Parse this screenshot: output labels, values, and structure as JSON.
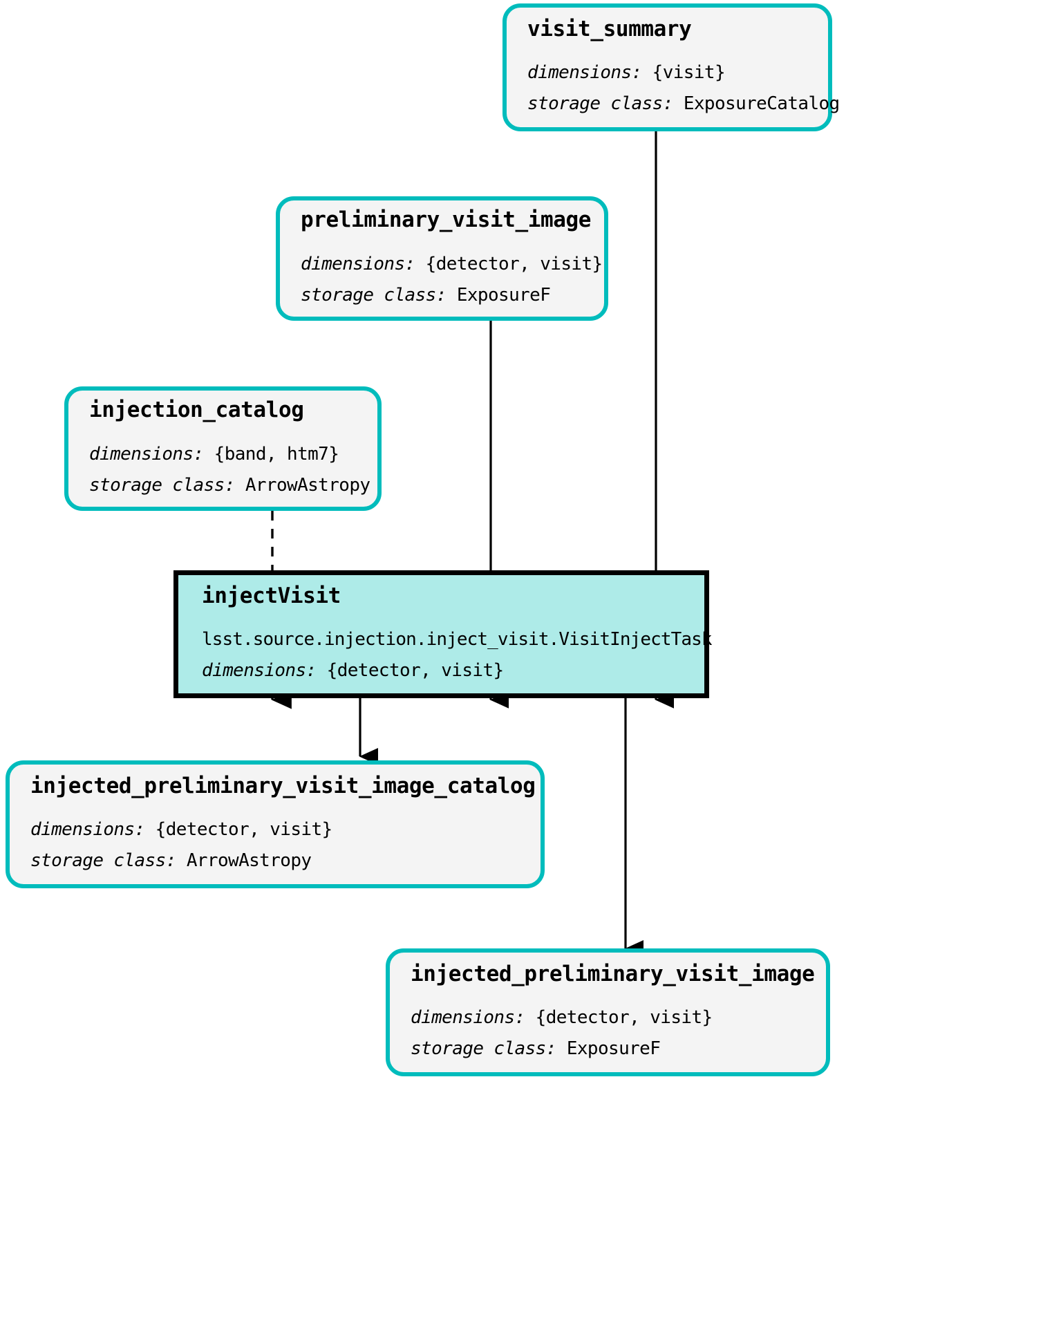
{
  "diagram": {
    "kind": "pipeline-graph",
    "labels": {
      "dimensions": "dimensions:",
      "storage_class": "storage class:"
    },
    "colors": {
      "dataset_border": "#00bcbc",
      "dataset_fill": "#f4f4f4",
      "task_border": "#000000",
      "task_fill": "#aeebe8",
      "edge": "#000000",
      "page_background": "#ffffff"
    },
    "nodes": [
      {
        "id": "visit_summary",
        "type": "dataset",
        "title": "visit_summary",
        "dimensions": "{visit}",
        "storage_class": "ExposureCatalog"
      },
      {
        "id": "preliminary_visit_image",
        "type": "dataset",
        "title": "preliminary_visit_image",
        "dimensions": "{detector, visit}",
        "storage_class": "ExposureF"
      },
      {
        "id": "injection_catalog",
        "type": "dataset",
        "title": "injection_catalog",
        "dimensions": "{band, htm7}",
        "storage_class": "ArrowAstropy"
      },
      {
        "id": "injectVisit",
        "type": "task",
        "title": "injectVisit",
        "task_class": "lsst.source.injection.inject_visit.VisitInjectTask",
        "dimensions": "{detector, visit}"
      },
      {
        "id": "injected_preliminary_visit_image_catalog",
        "type": "dataset",
        "title": "injected_preliminary_visit_image_catalog",
        "dimensions": "{detector, visit}",
        "storage_class": "ArrowAstropy"
      },
      {
        "id": "injected_preliminary_visit_image",
        "type": "dataset",
        "title": "injected_preliminary_visit_image",
        "dimensions": "{detector, visit}",
        "storage_class": "ExposureF"
      }
    ],
    "edges": [
      {
        "from": "visit_summary",
        "to": "injectVisit",
        "style": "solid"
      },
      {
        "from": "preliminary_visit_image",
        "to": "injectVisit",
        "style": "solid"
      },
      {
        "from": "injection_catalog",
        "to": "injectVisit",
        "style": "dashed"
      },
      {
        "from": "injectVisit",
        "to": "injected_preliminary_visit_image_catalog",
        "style": "solid"
      },
      {
        "from": "injectVisit",
        "to": "injected_preliminary_visit_image",
        "style": "solid"
      }
    ]
  }
}
